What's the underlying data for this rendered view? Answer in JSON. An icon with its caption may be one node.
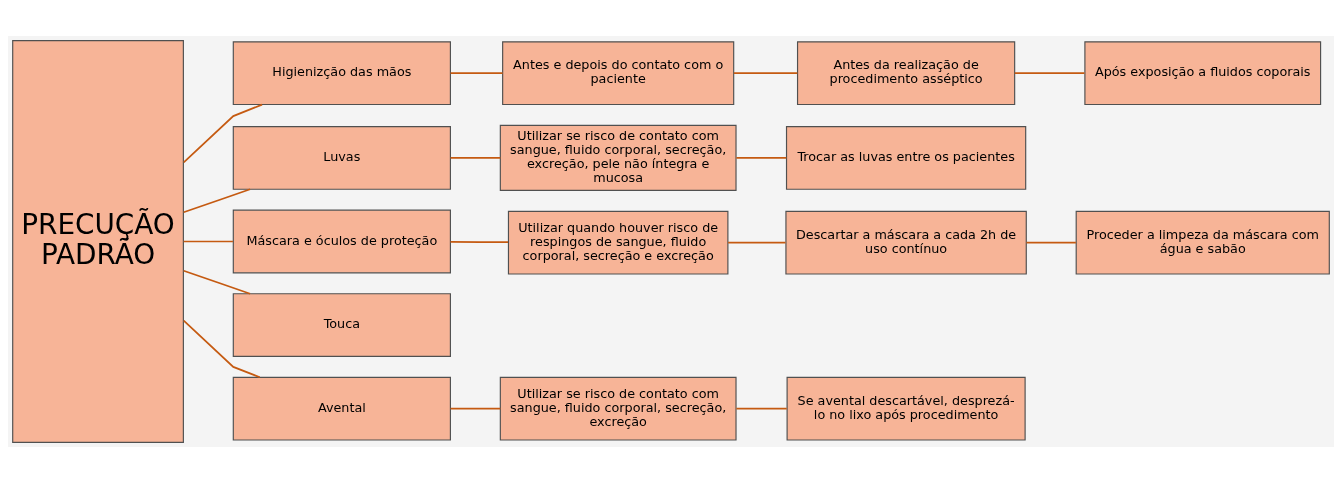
{
  "diagram": {
    "nodes": [
      {
        "text": [
          "PRECUÇÃO PADRÃO"
        ]
      },
      {
        "text": [
          "Higienizção das mãos"
        ]
      },
      {
        "text": [
          "Antes e depois do contato com o paciente"
        ]
      },
      {
        "text": [
          "Antes da realização de procedimento asséptico"
        ]
      },
      {
        "text": [
          "Após exposição a fluidos coporais"
        ]
      },
      {
        "text": [
          "Luvas"
        ]
      },
      {
        "text": [
          "Utilizar se risco de contato com sangue, fluido corporal, secreção, excreção, pele não íntegra e mucosa"
        ]
      },
      {
        "text": [
          "Trocar as luvas entre os pacientes"
        ]
      },
      {
        "text": [
          "Máscara e óculos de proteção"
        ]
      },
      {
        "text": [
          "Utilizar quando houver risco de respingos de sangue, fluido corporal, secreção e excreção"
        ]
      },
      {
        "text": [
          "Descartar a máscara a cada 2h de uso contínuo"
        ]
      },
      {
        "text": [
          "Proceder a limpeza da máscara com água e sabão"
        ]
      },
      {
        "text": [
          "Touca"
        ]
      },
      {
        "text": [
          "Avental"
        ]
      },
      {
        "text": [
          "Utilizar se risco de contato com sangue, fluido corporal, secreção, excreção"
        ]
      },
      {
        "text": [
          "Se avental descartável, desprezá-lo no lixo após procedimento"
        ]
      }
    ],
    "edges": [
      {
        "from": 0,
        "to": 1,
        "arrow": "none"
      },
      {
        "from": 0,
        "to": 5,
        "arrow": "none"
      },
      {
        "from": 0,
        "to": 8,
        "arrow": "none"
      },
      {
        "from": 0,
        "to": 12,
        "arrow": "none"
      },
      {
        "from": 0,
        "to": 13,
        "arrow": "none"
      },
      {
        "from": 1,
        "to": 2,
        "arrow": "none"
      },
      {
        "from": 2,
        "to": 3,
        "arrow": "none"
      },
      {
        "from": 3,
        "to": 4,
        "arrow": "none"
      },
      {
        "from": 5,
        "to": 6,
        "arrow": "none"
      },
      {
        "from": 6,
        "to": 7,
        "arrow": "none"
      },
      {
        "from": 8,
        "to": 9,
        "arrow": "none"
      },
      {
        "from": 9,
        "to": 10,
        "arrow": "none"
      },
      {
        "from": 10,
        "to": 11,
        "arrow": "none"
      },
      {
        "from": 13,
        "to": 14,
        "arrow": "none"
      },
      {
        "from": 14,
        "to": 15,
        "arrow": "none"
      }
    ]
  }
}
